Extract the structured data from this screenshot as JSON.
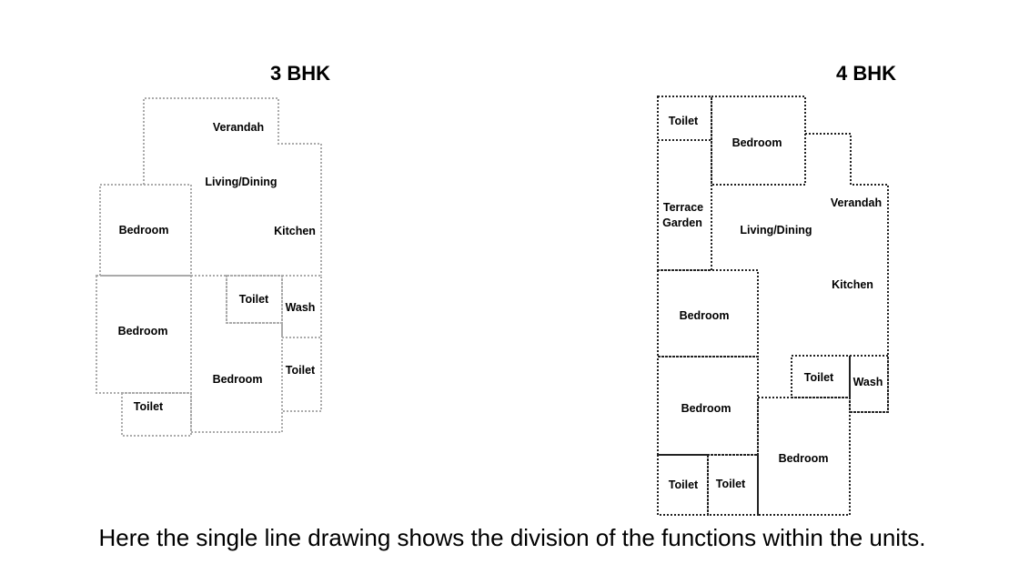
{
  "plan_3bhk": {
    "title": "3 BHK",
    "verandah": "Verandah",
    "living_dining": "Living/Dining",
    "kitchen": "Kitchen",
    "bedroom_left_top": "Bedroom",
    "bedroom_left_bottom": "Bedroom",
    "bedroom_center": "Bedroom",
    "toilet_center": "Toilet",
    "wash": "Wash",
    "toilet_right": "Toilet",
    "toilet_bottom": "Toilet"
  },
  "plan_4bhk": {
    "title": "4 BHK",
    "toilet_top": "Toilet",
    "bedroom_top": "Bedroom",
    "terrace_line1": "Terrace",
    "terrace_line2": "Garden",
    "living_dining": "Living/Dining",
    "verandah": "Verandah",
    "kitchen": "Kitchen",
    "bedroom_mid": "Bedroom",
    "toilet_right": "Toilet",
    "wash": "Wash",
    "bedroom_lower": "Bedroom",
    "bedroom_bottom_right": "Bedroom",
    "toilet_bottom_1": "Toilet",
    "toilet_bottom_2": "Toilet"
  },
  "caption": "Here the single line drawing shows the division of the functions within the units."
}
